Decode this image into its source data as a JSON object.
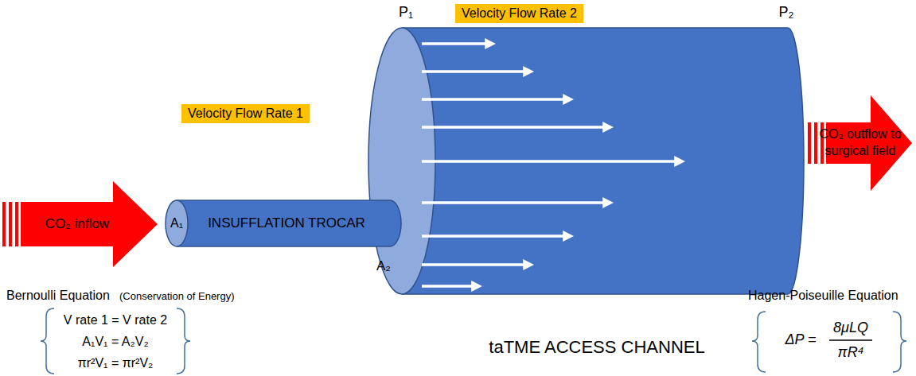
{
  "diagram": {
    "nodes": [
      {
        "text": [
          "CO₂ inflow"
        ]
      },
      {
        "text": [
          "Velocity Flow Rate 1"
        ]
      },
      {
        "text": [
          "INSUFFLATION TROCAR"
        ]
      },
      {
        "text": [
          "Velocity Flow Rate 2"
        ]
      },
      {
        "text": [
          "taTME ACCESS CHANNEL"
        ]
      },
      {
        "text": [
          "CO₂ outflow to surgical field"
        ]
      }
    ],
    "labels": [
      "P₁",
      "P₂",
      "A₁",
      "A₂",
      "Bernoulli Equation",
      "(Conservation of Energy)",
      "V rate 1 = V rate 2",
      "A₁V₁ = A₂V₂",
      "πr²V₁ = πr²V₂",
      "Hagen-Poiseuille Equation",
      "ΔP =",
      "8μLQ",
      "πR⁴"
    ]
  }
}
